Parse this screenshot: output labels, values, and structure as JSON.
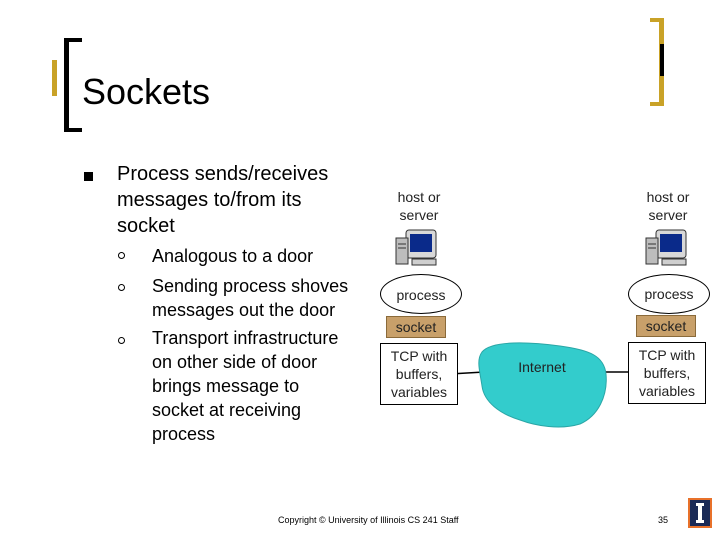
{
  "title": "Sockets",
  "bullets": {
    "main": [
      "Process sends/receives",
      "messages to/from its",
      "socket"
    ],
    "sub": [
      {
        "lines": [
          "Analogous to a door"
        ]
      },
      {
        "lines": [
          "Sending process shoves",
          "messages out the door"
        ]
      },
      {
        "lines": [
          "Transport infrastructure",
          "on other side of door",
          "brings message to",
          "socket at receiving",
          "process"
        ]
      }
    ]
  },
  "diagram": {
    "left_host": [
      "host or",
      "server"
    ],
    "right_host": [
      "host or",
      "server"
    ],
    "process": "process",
    "socket": "socket",
    "tcp": [
      "TCP with",
      "buffers,",
      "variables"
    ],
    "internet": "Internet",
    "colors": {
      "internet_fill": "#33cccc",
      "socket_fill": "#c8a06a",
      "accent_gold": "#c9a227"
    }
  },
  "footer": {
    "copyright": "Copyright © University of Illinois CS 241 Staff",
    "page_number": "35"
  }
}
